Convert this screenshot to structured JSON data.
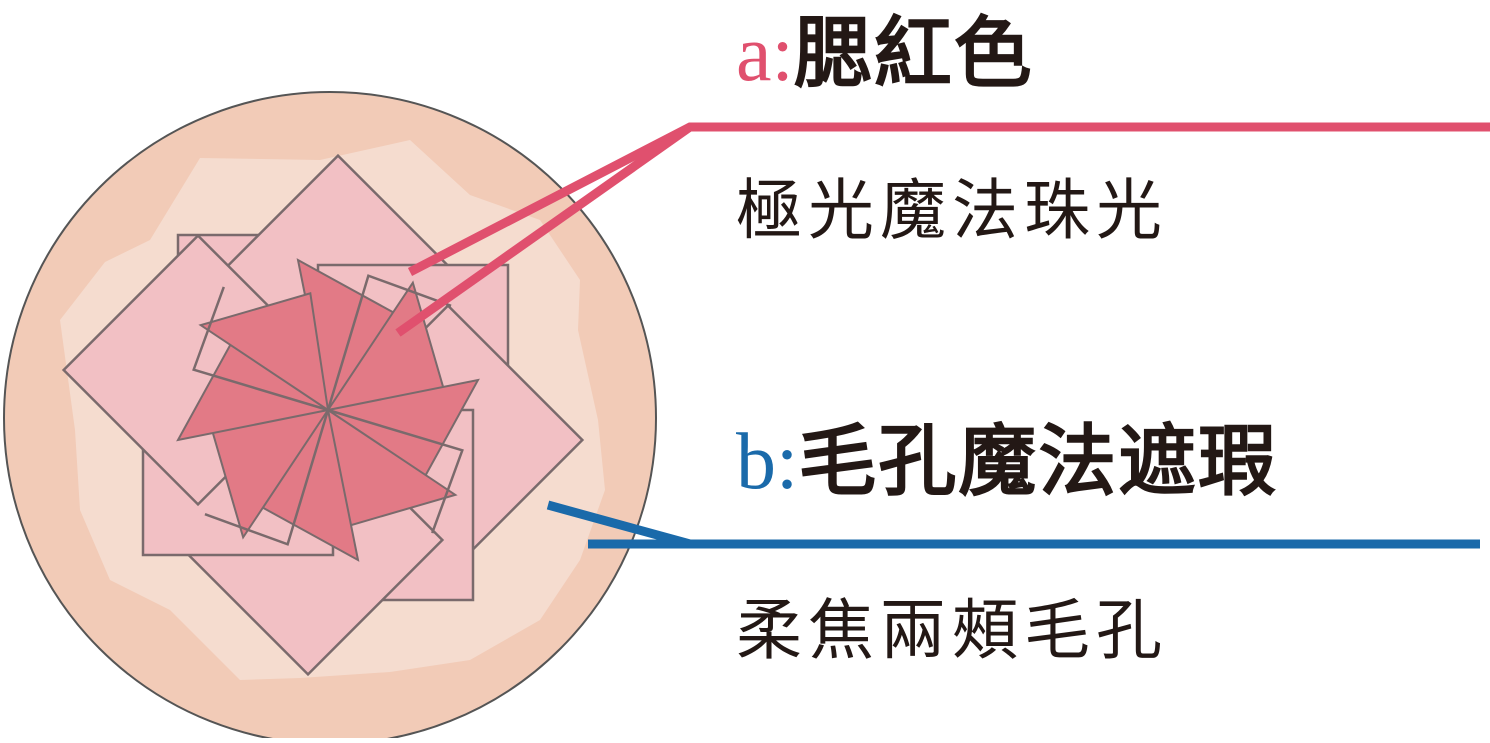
{
  "labels": {
    "a": {
      "prefix": "a:",
      "title": "腮紅色",
      "subtitle": "極光魔法珠光",
      "color": "#e0506e"
    },
    "b": {
      "prefix": "b:",
      "title": "毛孔魔法遮瑕",
      "subtitle": "柔焦兩頰毛孔",
      "color": "#1a6aaa"
    }
  },
  "colors": {
    "circle_outer": "#f2cbb7",
    "circle_inner": "#f5dccf",
    "petal_light": "#f2c0c4",
    "petal_dark": "#e27a86",
    "outline": "#7a6a6c",
    "text": "#231815"
  }
}
